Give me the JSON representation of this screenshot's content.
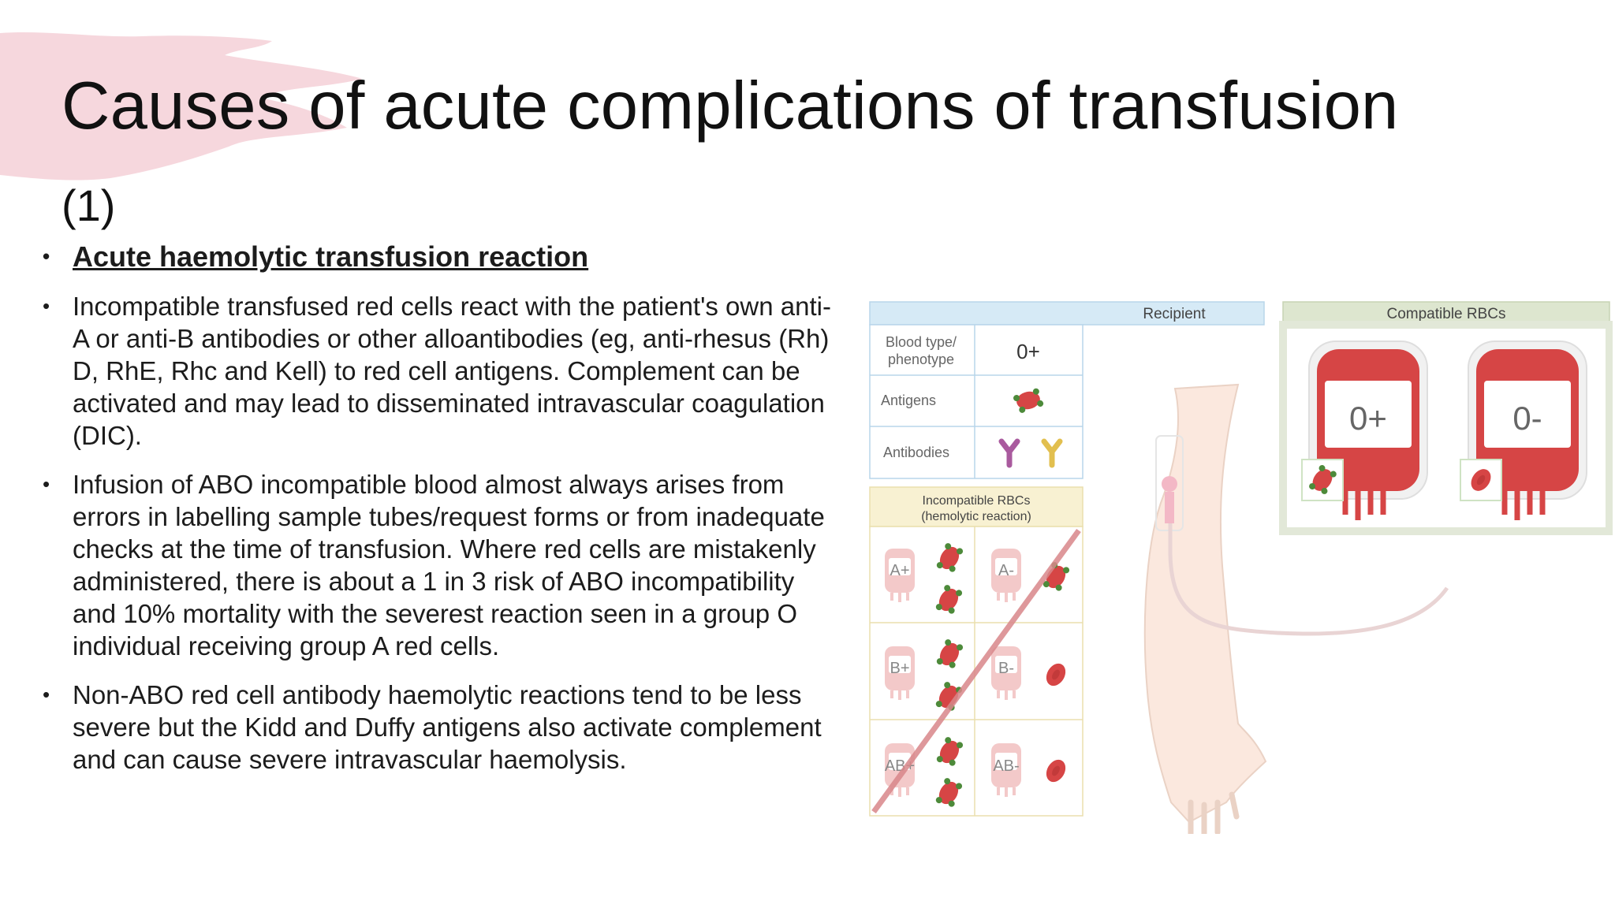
{
  "slide": {
    "title": "Causes of acute complications of transfusion",
    "subtitle": "(1)",
    "bullets": [
      {
        "text": "Acute haemolytic transfusion reaction",
        "emphasis": "bold-underline"
      },
      {
        "text": "Incompatible transfused red cells react with the patient's own anti-A or anti-B antibodies or other alloantibodies (eg, anti-rhesus (Rh) D, RhE, Rhc and Kell) to red cell antigens. Complement can be activated and may lead to disseminated intravascular coagulation (DIC)."
      },
      {
        "text": "Infusion of ABO incompatible blood almost always arises from errors in labelling sample tubes/request forms or from inadequate checks at the time of transfusion. Where red cells are mistakenly administered, there is about a 1 in 3 risk of ABO incompatibility and 10% mortality with the severest reaction seen in a group O individual receiving group A red cells."
      },
      {
        "text": "Non-ABO red cell antibody haemolytic reactions tend to be less severe but the Kidd and Duffy antigens also activate complement and can cause severe intravascular haemolysis."
      }
    ]
  },
  "figure": {
    "recipient_header": "Recipient",
    "compatible_header": "Compatible RBCs",
    "table": {
      "blood_type_label": "Blood type/\nphenotype",
      "blood_type_line1": "Blood type/",
      "blood_type_line2": "phenotype",
      "blood_type_value": "0+",
      "antigens_label": "Antigens",
      "antibodies_label": "Antibodies"
    },
    "incompatible_header_line1": "Incompatible RBCs",
    "incompatible_header_line2": "(hemolytic reaction)",
    "incompatible_bags": [
      "A+",
      "A-",
      "B+",
      "B-",
      "AB+",
      "AB-"
    ],
    "compatible_bags": [
      "0+",
      "0-"
    ]
  },
  "colors": {
    "accent_pink": "#f6d7dd",
    "header_blue": "#d6eaf6",
    "header_green": "#dde6cf",
    "header_yellow": "#f8f1d2",
    "blood_red": "#d64545",
    "strike_red": "#d9878a"
  }
}
